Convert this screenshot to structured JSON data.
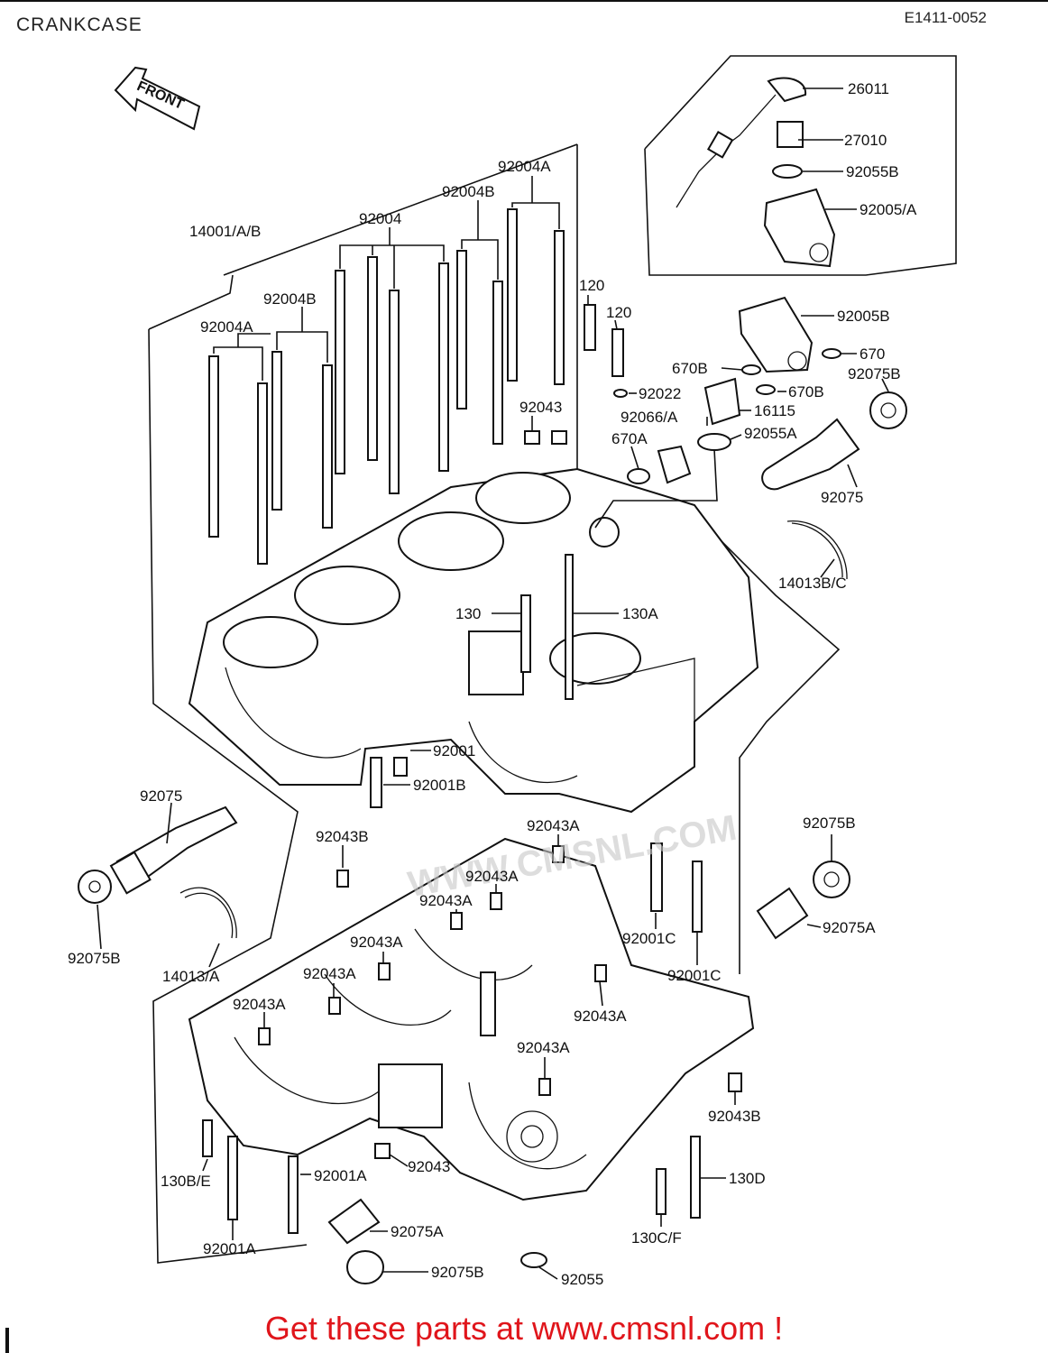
{
  "header": {
    "title": "CRANKCASE",
    "diagram_code": "E1411-0052"
  },
  "front_arrow": {
    "label": "FRONT"
  },
  "watermark": {
    "text": "WWW.CMSNL.COM"
  },
  "labels": [
    "26011",
    "27010",
    "92055B",
    "92005/A",
    "92005B",
    "670",
    "670B",
    "670B",
    "92075B",
    "92022",
    "16115",
    "92066/A",
    "92055A",
    "670A",
    "92075",
    "14013B/C",
    "92004A",
    "92004B",
    "92004",
    "14001/A/B",
    "92004B",
    "92004A",
    "120",
    "120",
    "92043",
    "130",
    "130A",
    "92001",
    "92001B",
    "92075",
    "92075B",
    "14013/A",
    "92043B",
    "92043A",
    "92043A",
    "92043A",
    "92043A",
    "92043A",
    "92043A",
    "92075B",
    "92075A",
    "92001C",
    "92001C",
    "92043A",
    "92043A",
    "92043B",
    "92043",
    "92001A",
    "130B/E",
    "92001A",
    "130D",
    "130C/F",
    "92075A",
    "92075B",
    "92055"
  ],
  "footer": {
    "text": "Get these parts at www.cmsnl.com !",
    "color": "#e0151b"
  }
}
